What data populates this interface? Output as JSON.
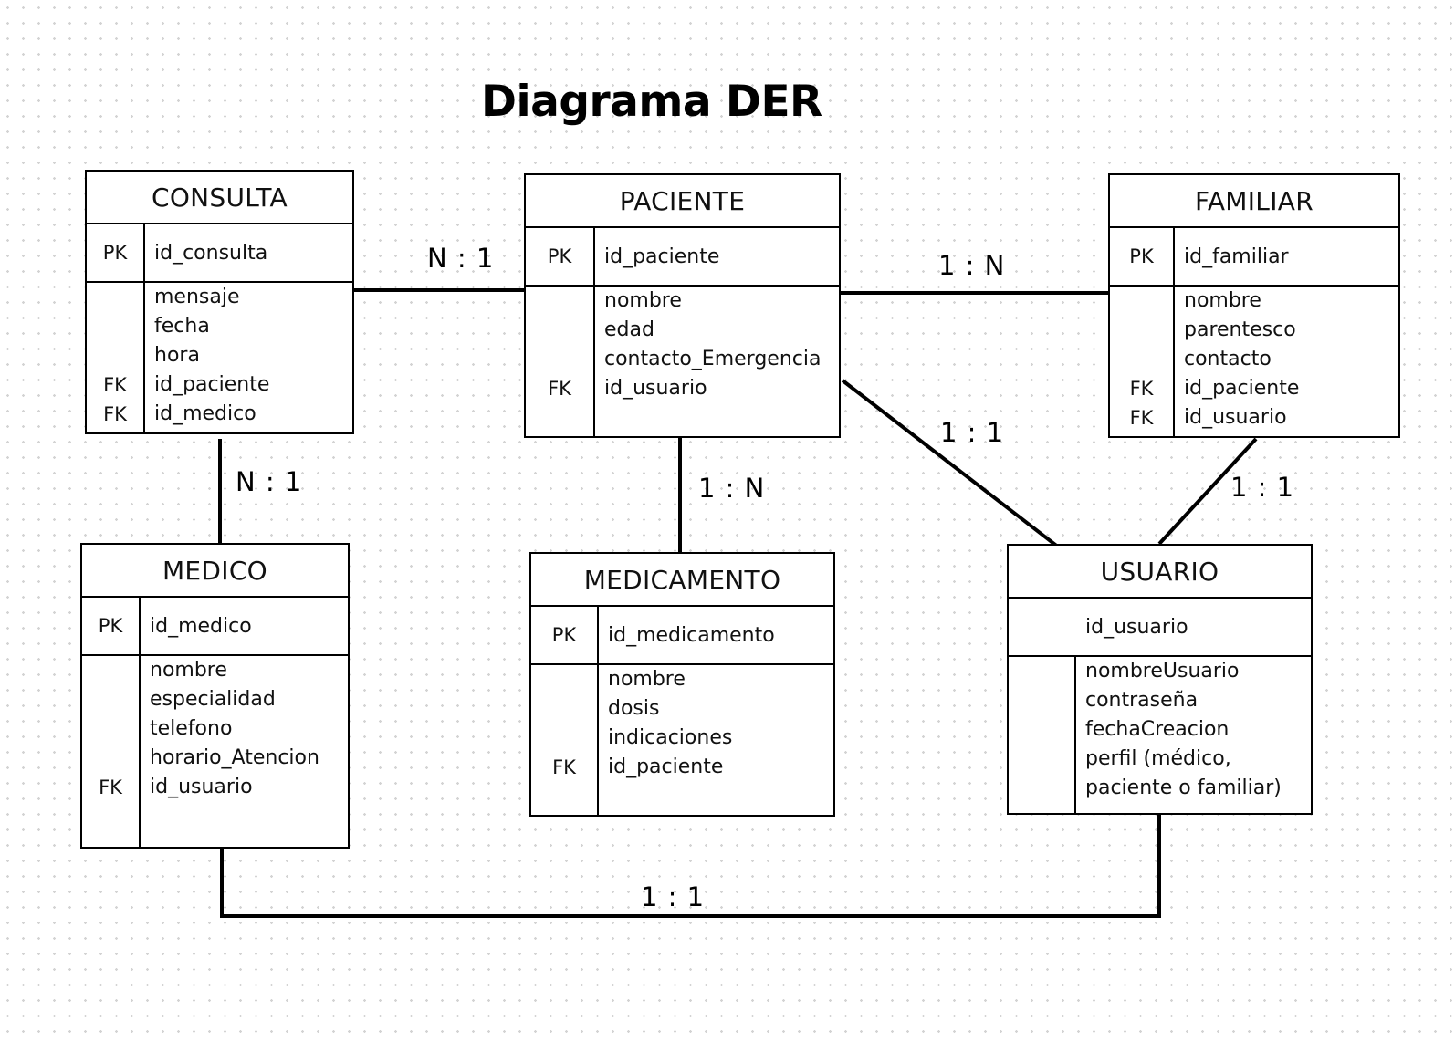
{
  "title": "Diagrama DER",
  "entities": {
    "consulta": {
      "name": "CONSULTA",
      "pk": {
        "key": "PK",
        "name": "id_consulta"
      },
      "attributes": [
        {
          "key": "",
          "name": "mensaje"
        },
        {
          "key": "",
          "name": "fecha"
        },
        {
          "key": "",
          "name": "hora"
        },
        {
          "key": "FK",
          "name": "id_paciente"
        },
        {
          "key": "FK",
          "name": "id_medico"
        }
      ]
    },
    "paciente": {
      "name": "PACIENTE",
      "pk": {
        "key": "PK",
        "name": "id_paciente"
      },
      "attributes": [
        {
          "key": "",
          "name": "nombre"
        },
        {
          "key": "",
          "name": "edad"
        },
        {
          "key": "",
          "name": "contacto_Emergencia"
        },
        {
          "key": "FK",
          "name": "id_usuario"
        }
      ]
    },
    "familiar": {
      "name": "FAMILIAR",
      "pk": {
        "key": "PK",
        "name": "id_familiar"
      },
      "attributes": [
        {
          "key": "",
          "name": "nombre"
        },
        {
          "key": "",
          "name": "parentesco"
        },
        {
          "key": "",
          "name": "contacto"
        },
        {
          "key": "FK",
          "name": "id_paciente"
        },
        {
          "key": "FK",
          "name": "id_usuario"
        }
      ]
    },
    "medico": {
      "name": "MEDICO",
      "pk": {
        "key": "PK",
        "name": "id_medico"
      },
      "attributes": [
        {
          "key": "",
          "name": "nombre"
        },
        {
          "key": "",
          "name": "especialidad"
        },
        {
          "key": "",
          "name": "telefono"
        },
        {
          "key": "",
          "name": "horario_Atencion"
        },
        {
          "key": "FK",
          "name": "id_usuario"
        }
      ]
    },
    "medicamento": {
      "name": "MEDICAMENTO",
      "pk": {
        "key": "PK",
        "name": "id_medicamento"
      },
      "attributes": [
        {
          "key": "",
          "name": "nombre"
        },
        {
          "key": "",
          "name": "dosis"
        },
        {
          "key": "",
          "name": "indicaciones"
        },
        {
          "key": "FK",
          "name": "id_paciente"
        }
      ]
    },
    "usuario": {
      "name": "USUARIO",
      "pk": {
        "key": "",
        "name": "id_usuario"
      },
      "attributes": [
        {
          "key": "",
          "name": "nombreUsuario"
        },
        {
          "key": "",
          "name": "contraseña"
        },
        {
          "key": "",
          "name": "fechaCreacion"
        },
        {
          "key": "",
          "name": "perfil (médico,"
        },
        {
          "key": "",
          "name": "paciente o familiar)"
        }
      ]
    }
  },
  "relationships": [
    {
      "from": "CONSULTA",
      "to": "PACIENTE",
      "cardinality": "N : 1"
    },
    {
      "from": "PACIENTE",
      "to": "FAMILIAR",
      "cardinality": "1 : N"
    },
    {
      "from": "CONSULTA",
      "to": "MEDICO",
      "cardinality": "N : 1"
    },
    {
      "from": "PACIENTE",
      "to": "MEDICAMENTO",
      "cardinality": "1 : N"
    },
    {
      "from": "PACIENTE",
      "to": "USUARIO",
      "cardinality": "1 : 1"
    },
    {
      "from": "FAMILIAR",
      "to": "USUARIO",
      "cardinality": "1 : 1"
    },
    {
      "from": "MEDICO",
      "to": "USUARIO",
      "cardinality": "1 : 1"
    }
  ]
}
